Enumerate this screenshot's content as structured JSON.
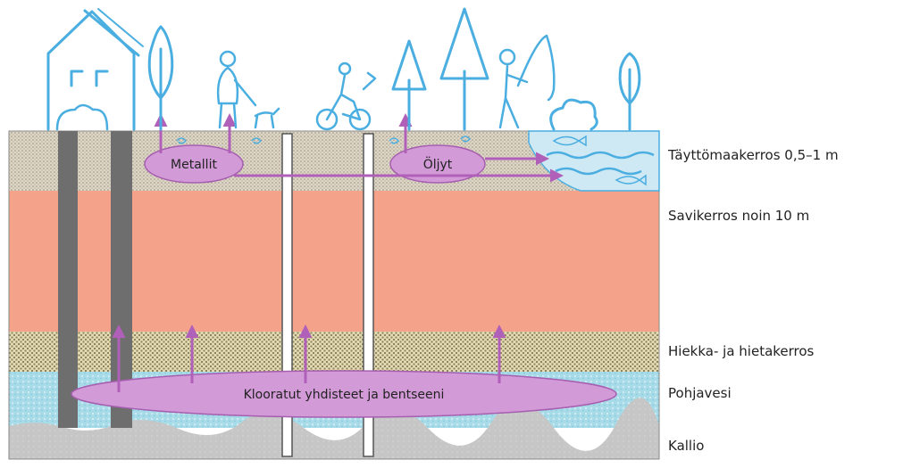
{
  "colors": {
    "fill_layer": "#d8d0c0",
    "clay_layer": "#f4a38a",
    "sand_layer": "#c9c09a",
    "groundwater": "#a9dce8",
    "bedrock": "#c6c6c6",
    "illustration_blue": "#4aaee0",
    "contaminant": "#c992d0",
    "arrow": "#b060b8",
    "pile": "#6b6b6b"
  },
  "contaminants": {
    "metals": "Metallit",
    "oils": "Öljyt",
    "chlorinated": "Klooratut yhdisteet ja bentseeni"
  },
  "layers": {
    "fill": "Täyttömaakerros 0,5–1 m",
    "clay": "Savikerros noin 10 m",
    "sand": "Hiekka- ja hietakerros",
    "groundwater": "Pohjavesi",
    "bedrock": "Kallio"
  },
  "surface_icons": [
    "house-icon",
    "tree-icon",
    "woman-with-dog-icon",
    "cyclist-icon",
    "fir-tree-icon",
    "angler-icon",
    "bush-icon",
    "fish-icon"
  ]
}
